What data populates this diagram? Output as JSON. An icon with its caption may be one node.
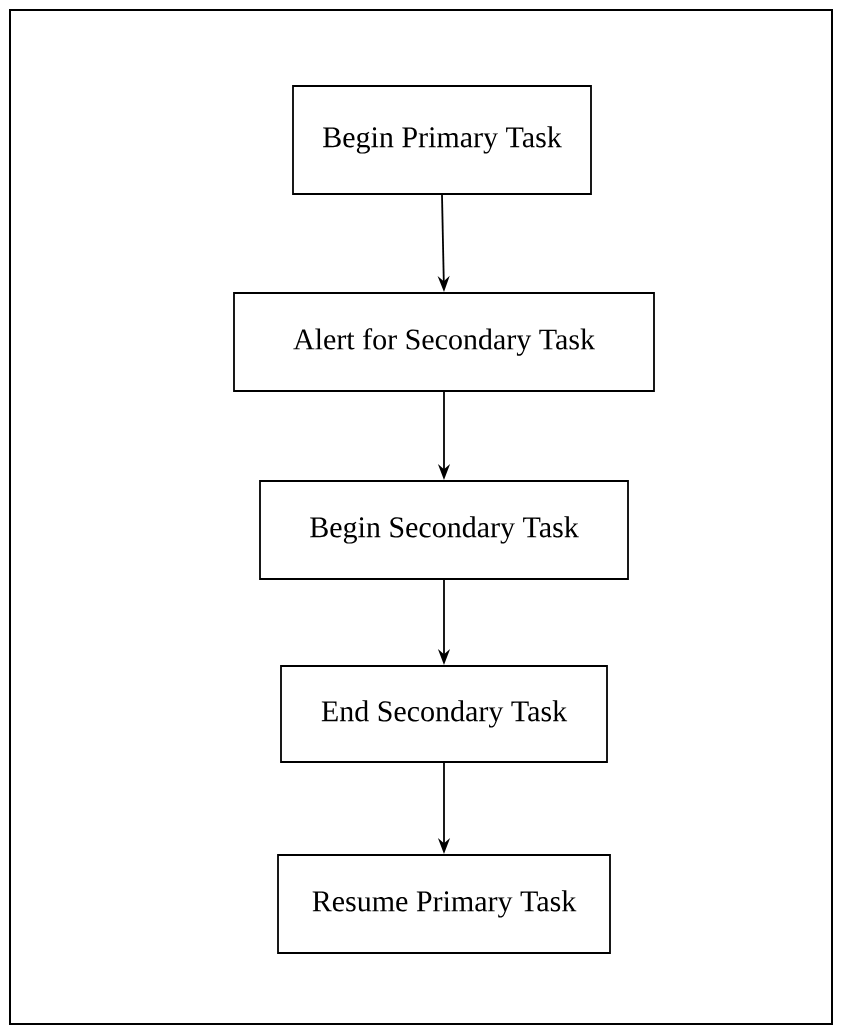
{
  "diagram": {
    "nodes": [
      {
        "text": [
          "Begin Primary Task"
        ]
      },
      {
        "text": [
          "Alert for Secondary Task"
        ]
      },
      {
        "text": [
          "Begin Secondary Task"
        ]
      },
      {
        "text": [
          "End Secondary Task"
        ]
      },
      {
        "text": [
          "Resume Primary Task"
        ]
      }
    ],
    "edges": [
      {
        "from": 0,
        "to": 1,
        "arrow": "to"
      },
      {
        "from": 1,
        "to": 2,
        "arrow": "to"
      },
      {
        "from": 2,
        "to": 3,
        "arrow": "to"
      },
      {
        "from": 3,
        "to": 4,
        "arrow": "to"
      }
    ]
  }
}
